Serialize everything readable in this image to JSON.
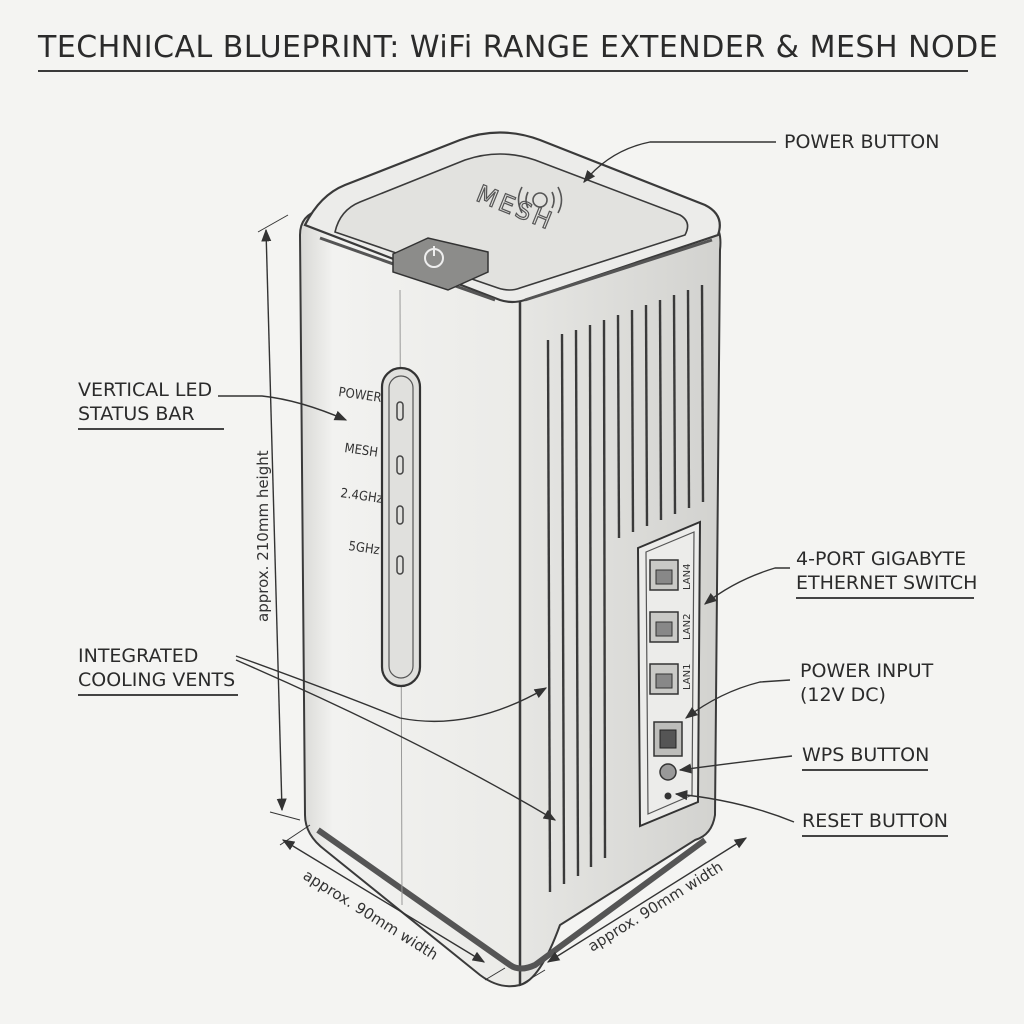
{
  "title": "TECHNICAL BLUEPRINT: WiFi RANGE EXTENDER & MESH NODE",
  "callouts": {
    "power_button": "POWER BUTTON",
    "led_bar_line1": "VERTICAL LED",
    "led_bar_line2": "STATUS BAR",
    "vents_line1": "INTEGRATED",
    "vents_line2": "COOLING VENTS",
    "switch_line1": "4-PORT GIGABYTE",
    "switch_line2": "ETHERNET SWITCH",
    "power_input_line1": "POWER INPUT",
    "power_input_line2": "(12V DC)",
    "wps_button": "WPS BUTTON",
    "reset_button": "RESET BUTTON"
  },
  "device": {
    "top_logo": "MESH",
    "led_labels": [
      "POWER",
      "MESH",
      "2.4GHz",
      "5GHz"
    ],
    "port_labels": [
      "LAN4",
      "LAN2",
      "LAN1"
    ]
  },
  "dimensions": {
    "height": "approx. 210mm height",
    "width_front": "approx. 90mm width",
    "width_side": "approx. 90mm width"
  }
}
